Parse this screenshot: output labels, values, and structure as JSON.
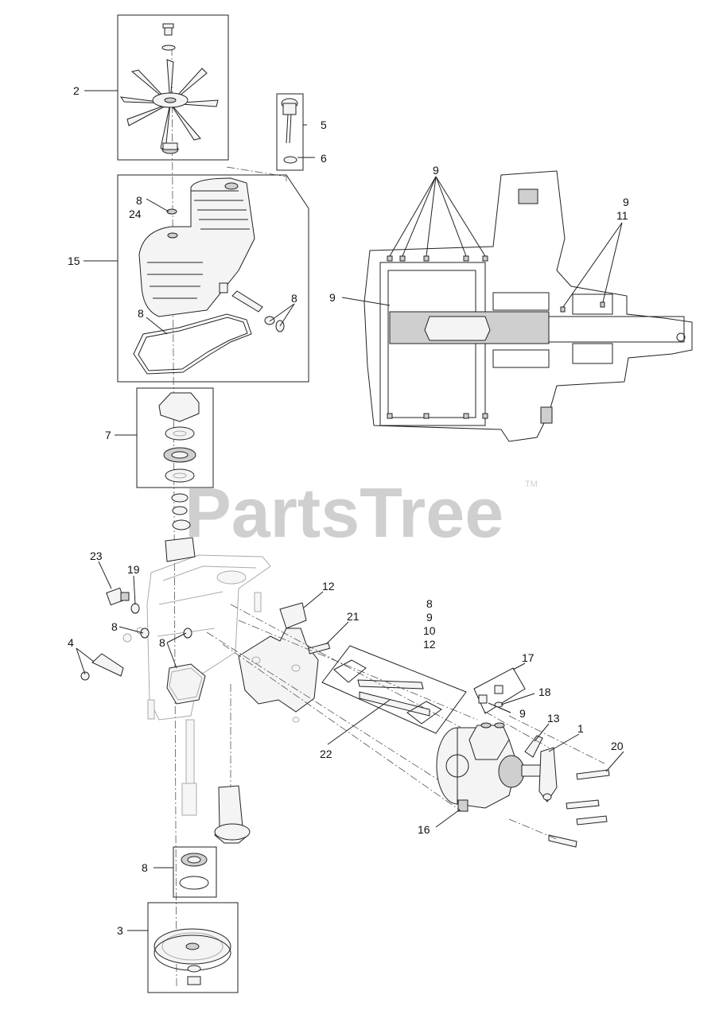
{
  "watermark": {
    "text": "PartsTree",
    "trademark": "TM"
  },
  "callouts": {
    "c1": "1",
    "c2": "2",
    "c3": "3",
    "c4": "4",
    "c5": "5",
    "c6": "6",
    "c7": "7",
    "c8a": "8",
    "c24": "24",
    "c15": "15",
    "c8b": "8",
    "c8c": "8",
    "c9a": "9",
    "c9b": "9",
    "c11": "11",
    "c9c": "9",
    "c23": "23",
    "c19": "19",
    "c8d": "8",
    "c8e": "8",
    "c12a": "12",
    "c21": "21",
    "c8f": "8",
    "c9d": "9",
    "c10": "10",
    "c12b": "12",
    "c17": "17",
    "c18": "18",
    "c9e": "9",
    "c13": "13",
    "c20": "20",
    "c22": "22",
    "c16": "16",
    "c8g": "8"
  }
}
